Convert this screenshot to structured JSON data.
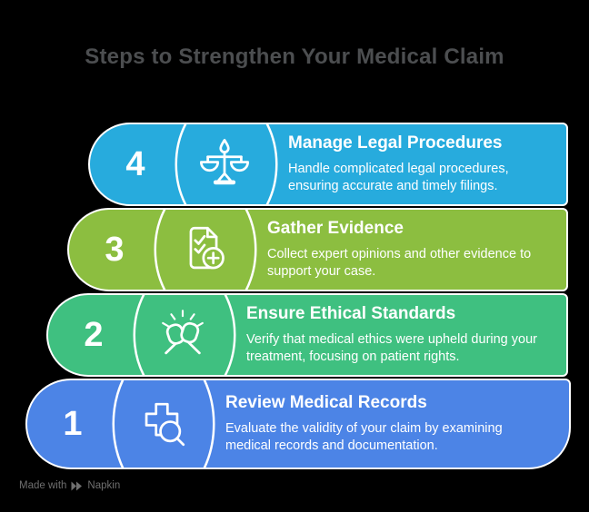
{
  "title": "Steps to Strengthen Your Medical Claim",
  "steps": [
    {
      "number": "4",
      "title": "Manage Legal Procedures",
      "description": "Handle complicated legal procedures,\nensuring accurate and timely filings.",
      "color": "#27ABDD",
      "icon": "scales-of-justice-icon"
    },
    {
      "number": "3",
      "title": "Gather Evidence",
      "description": "Collect expert opinions and other evidence to\nsupport your case.",
      "color": "#8CBE40",
      "icon": "medical-document-checklist-icon"
    },
    {
      "number": "2",
      "title": "Ensure Ethical Standards",
      "description": "Verify that medical ethics were upheld during your\ntreatment, focusing on patient rights.",
      "color": "#3FC080",
      "icon": "fist-bump-icon"
    },
    {
      "number": "1",
      "title": "Review Medical Records",
      "description": "Evaluate the validity of your claim by examining\nmedical records and documentation.",
      "color": "#4C84E6",
      "icon": "medical-cross-magnifier-icon"
    }
  ],
  "footer": {
    "made_with": "Made with",
    "brand": "Napkin"
  },
  "colors": {
    "background": "#000000",
    "title": "#4c4e50",
    "row_text": "#ffffff",
    "row_border": "#ffffff",
    "footer_text": "#6f6f6f"
  }
}
